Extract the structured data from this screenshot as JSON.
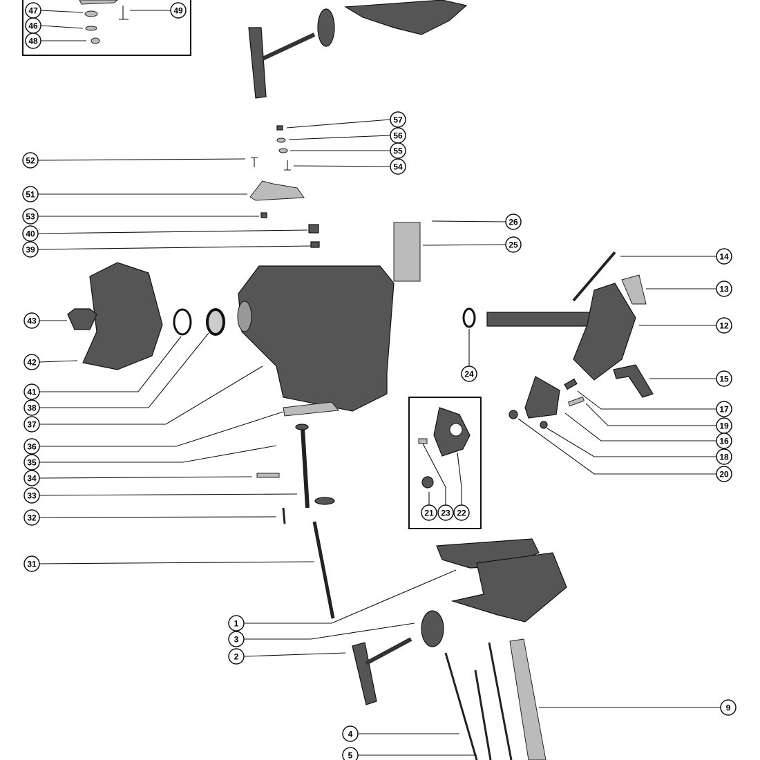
{
  "diagram": {
    "title": "Exploded parts diagram – swivel bracket, transom clamp and steering assembly",
    "callouts": [
      "47",
      "46",
      "48",
      "49",
      "57",
      "56",
      "55",
      "54",
      "52",
      "51",
      "53",
      "40",
      "39",
      "26",
      "25",
      "14",
      "13",
      "12",
      "43",
      "42",
      "41",
      "38",
      "37",
      "36",
      "35",
      "34",
      "33",
      "32",
      "31",
      "24",
      "15",
      "17",
      "19",
      "16",
      "18",
      "20",
      "21",
      "23",
      "22",
      "1",
      "3",
      "2",
      "9",
      "4",
      "5"
    ]
  }
}
